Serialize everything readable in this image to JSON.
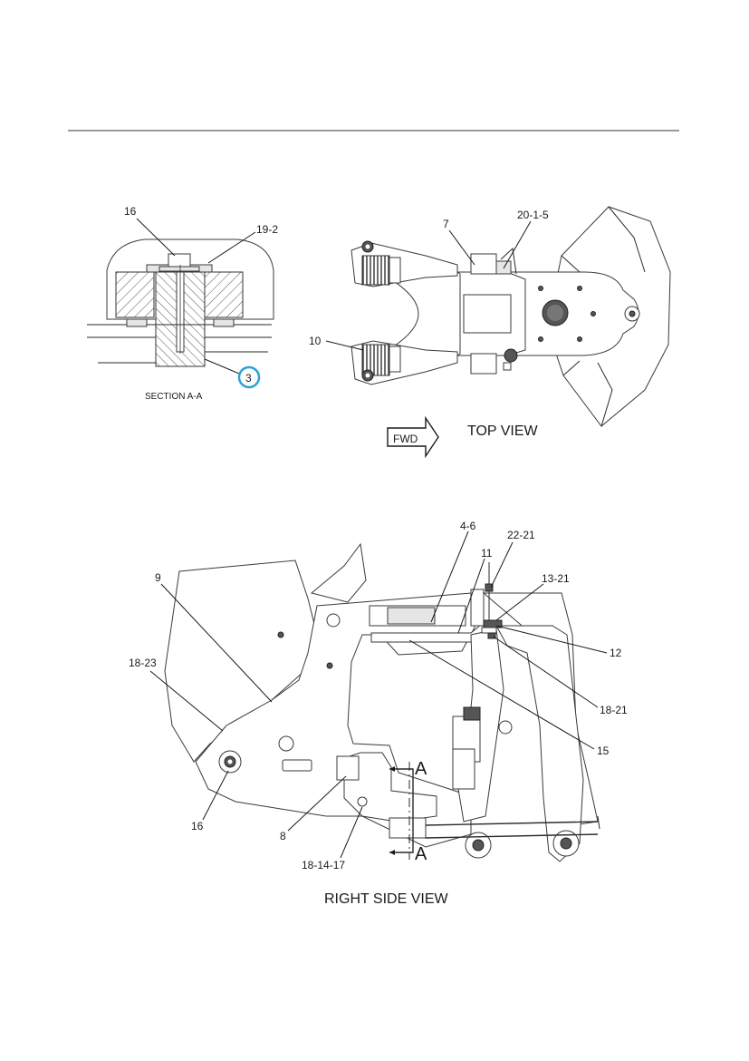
{
  "callouts": {
    "section": {
      "c16": "16",
      "c19_2": "19-2",
      "c3": "3",
      "title": "SECTION A-A"
    },
    "top": {
      "c7": "7",
      "c20_1_5": "20-1-5",
      "c10": "10",
      "fwd": "FWD",
      "title": "TOP VIEW"
    },
    "side": {
      "c4_6": "4-6",
      "c22_21": "22-21",
      "c11": "11",
      "c13_21": "13-21",
      "c9": "9",
      "c12": "12",
      "c18_23": "18-23",
      "c18_21": "18-21",
      "c15": "15",
      "c16": "16",
      "c8": "8",
      "c18_14_17": "18-14-17",
      "a_top": "A",
      "a_bottom": "A",
      "title": "RIGHT SIDE VIEW"
    }
  },
  "colors": {
    "highlight_circle": "#29a3d6",
    "line": "#2a2a2a"
  }
}
